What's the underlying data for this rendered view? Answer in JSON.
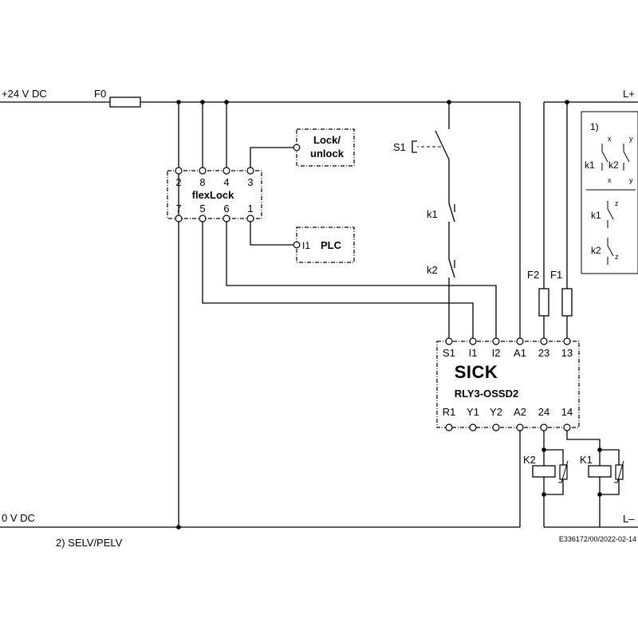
{
  "supply": {
    "pos_label": "+24 V DC",
    "neg_label": "0 V DC",
    "fuse_label": "F0",
    "l_plus": "L+",
    "l_minus": "L–"
  },
  "flexlock": {
    "title": "flexLock",
    "top_pins": [
      "2",
      "8",
      "4",
      "3"
    ],
    "bottom_pins": [
      "7",
      "5",
      "6",
      "1"
    ]
  },
  "lock_box": {
    "line1": "Lock/",
    "line2": "unlock"
  },
  "plc_box": {
    "input": "I1",
    "label": "PLC"
  },
  "switch": {
    "s1": "S1",
    "k1": "k1",
    "k2": "k2"
  },
  "fuses": {
    "f2": "F2",
    "f1": "F1"
  },
  "relay": {
    "logo": "SICK",
    "model": "RLY3-OSSD2",
    "top_pins": [
      "S1",
      "I1",
      "I2",
      "A1",
      "23",
      "13"
    ],
    "bottom_pins": [
      "R1",
      "Y1",
      "Y2",
      "A2",
      "24",
      "14"
    ]
  },
  "coils": {
    "k2": "K2",
    "k1": "K1"
  },
  "legend": {
    "note": "1)",
    "x": "x",
    "y": "y",
    "z": "z",
    "k1": "k1",
    "k2": "k2"
  },
  "footnote": "2) SELV/PELV",
  "doc_id": "E336172/00/2022-02-14"
}
